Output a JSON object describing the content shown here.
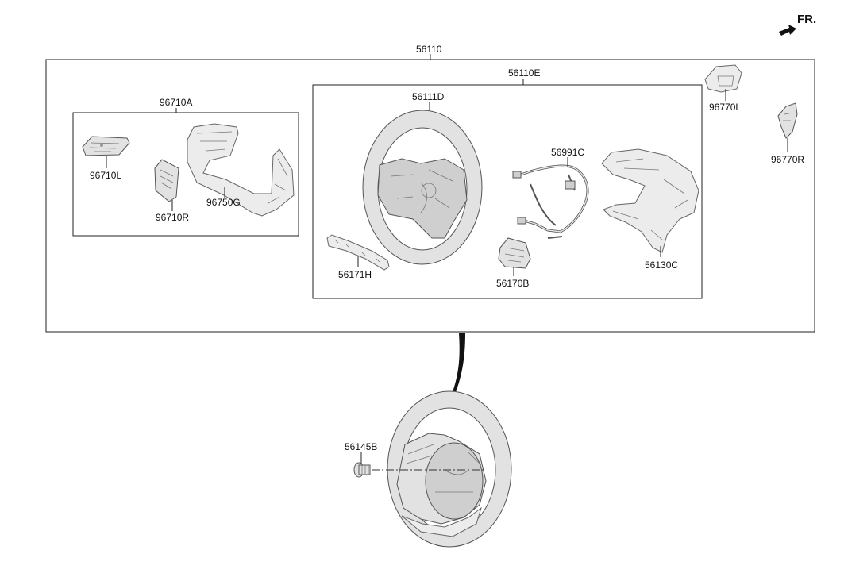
{
  "orientation": {
    "label": "FR.",
    "icon": "front-direction-arrow-icon"
  },
  "assemblies": {
    "main": {
      "code": "56110"
    },
    "remote_control": {
      "code": "96710A"
    },
    "wheel_body": {
      "code": "56110E"
    }
  },
  "parts": [
    {
      "id": "steering-wheel-body",
      "code": "56111D"
    },
    {
      "id": "wiring-harness",
      "code": "56991C"
    },
    {
      "id": "paddle-shift-left",
      "code": "96770L"
    },
    {
      "id": "paddle-shift-right",
      "code": "96770R"
    },
    {
      "id": "remote-switch-left",
      "code": "96710L"
    },
    {
      "id": "remote-switch-right",
      "code": "96710R"
    },
    {
      "id": "bezel-garnish",
      "code": "96750G"
    },
    {
      "id": "lower-trim",
      "code": "56171H"
    },
    {
      "id": "switch-assy",
      "code": "56170B"
    },
    {
      "id": "rear-cover",
      "code": "56130C"
    },
    {
      "id": "bolt",
      "code": "56145B"
    }
  ]
}
